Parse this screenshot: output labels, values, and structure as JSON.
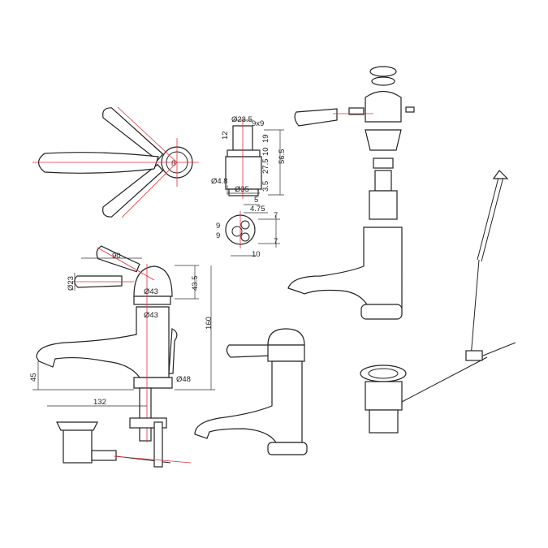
{
  "cartridge": {
    "dia_top": "Ø23.5",
    "square": "9x9",
    "stem_h": "12",
    "h19": "19",
    "h10": "10",
    "total": "56.5",
    "h27": "27.5",
    "pin_dia": "Ø4.8",
    "h3": "3.5",
    "body_dia": "Ø35",
    "w5": "5",
    "w475": "4.75",
    "v7a": "7",
    "v9a": "9",
    "v9b": "9",
    "v7b": "7",
    "w10": "10"
  },
  "tap": {
    "lever_len": "90",
    "lever_dia": "Ø23",
    "head_dia": "Ø43",
    "body_dia": "Ø43",
    "head_h": "43.5",
    "total_h": "160",
    "spout_h": "45",
    "reach": "132",
    "base_dia": "Ø48"
  },
  "colors": {
    "line": "#222222",
    "centerline": "#e0303a"
  }
}
